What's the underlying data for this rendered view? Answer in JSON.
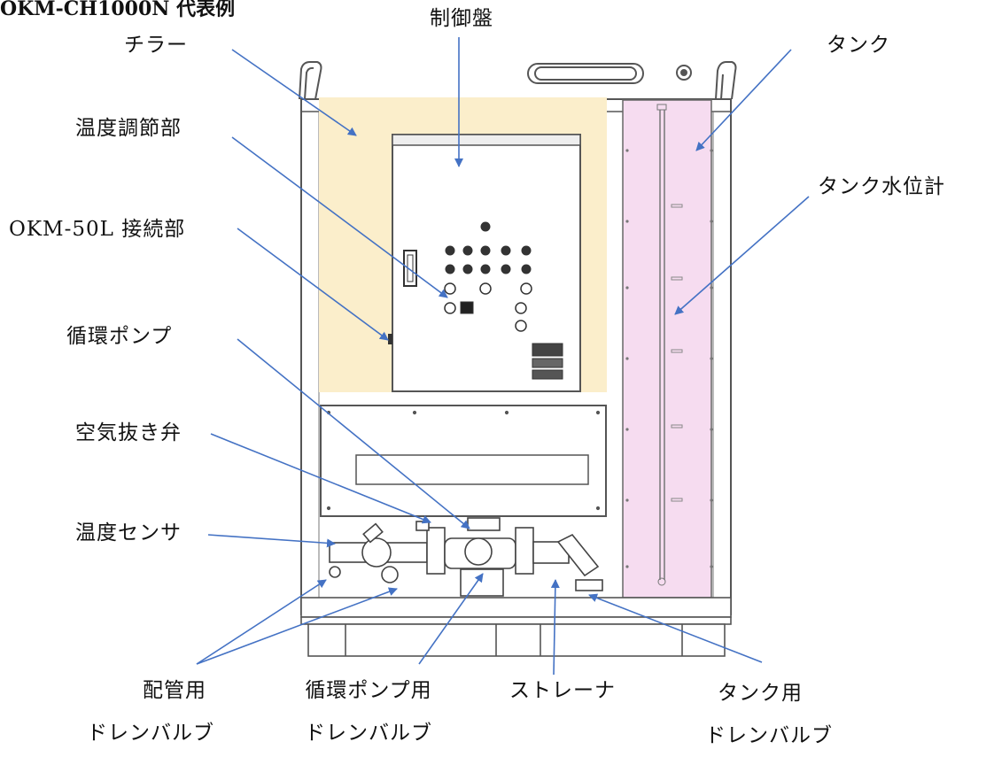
{
  "diagram": {
    "title": "OKM-CH1000N 代表例",
    "labels": {
      "control_panel": "制御盤",
      "chiller": "チラー",
      "temp_adjust": "温度調節部",
      "okm_connection": "OKM-50L 接続部",
      "circ_pump": "循環ポンプ",
      "air_vent": "空気抜き弁",
      "temp_sensor": "温度センサ",
      "tank": "タンク",
      "tank_level": "タンク水位計",
      "pipe_drain_1": "配管用",
      "pipe_drain_2": "ドレンバルブ",
      "pump_drain_1": "循環ポンプ用",
      "pump_drain_2": "ドレンバルブ",
      "strainer": "ストレーナ",
      "tank_drain_1": "タンク用",
      "tank_drain_2": "ドレンバルブ"
    },
    "colors": {
      "chiller_fill": "#fbeecb",
      "tank_fill": "#f6dcf0",
      "arrow": "#4472c4",
      "frame": "#555555"
    }
  }
}
